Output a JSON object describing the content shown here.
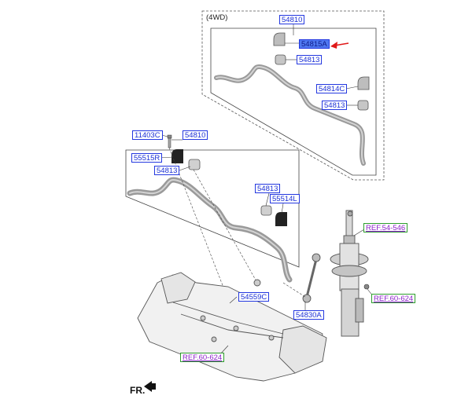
{
  "inset": {
    "title": "(4WD)"
  },
  "labels": {
    "p54810_top": "54810",
    "p54815A": "54815A",
    "p54813_top1": "54813",
    "p54814C": "54814C",
    "p54813_top2": "54813",
    "p11403C": "11403C",
    "p54810_main": "54810",
    "p55515R": "55515R",
    "p54813_main1": "54813",
    "p54813_main2": "54813",
    "p55514L": "55514L",
    "p54559C": "54559C",
    "p54830A": "54830A"
  },
  "refs": {
    "ref_54_546": "REF.54-546",
    "ref_60_624_right": "REF.60-624",
    "ref_60_624_left": "REF.60-624"
  },
  "direction": {
    "label": "FR."
  },
  "colors": {
    "label_blue": "#1a2fd6",
    "highlight": "#4f78f0",
    "ref_purple": "#8a1fc9",
    "ref_border": "#2e9d2e",
    "arrow_red": "#e01818"
  }
}
